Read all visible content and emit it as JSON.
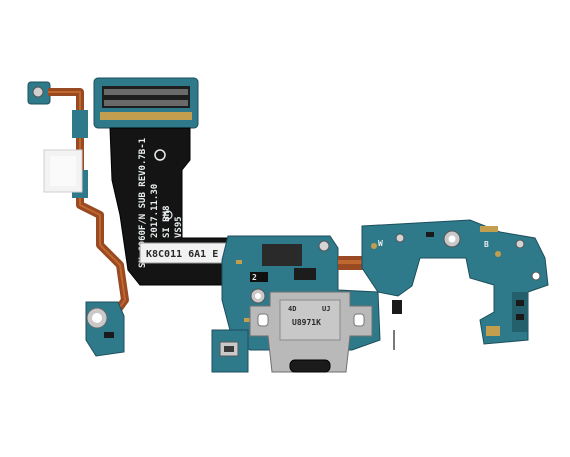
{
  "photo": {
    "background_color": "#ffffff",
    "colors": {
      "pcb_teal": "#2e7a8a",
      "pcb_dark": "#1d4f5c",
      "flex_black": "#141414",
      "flex_copper": "#9a4a22",
      "metal": "#b9b9b9"
    },
    "flex_text_lines": [
      "SM-G960F/N SUB REV0.7B-1",
      "2017.11.30",
      "SI BH8",
      "VS95"
    ],
    "label_sticker": "K8C011 6A1 E",
    "connector_text": "U8971K",
    "connector_small_marks": [
      "4D",
      "UJ"
    ],
    "board_marks": [
      "W",
      "B"
    ]
  }
}
